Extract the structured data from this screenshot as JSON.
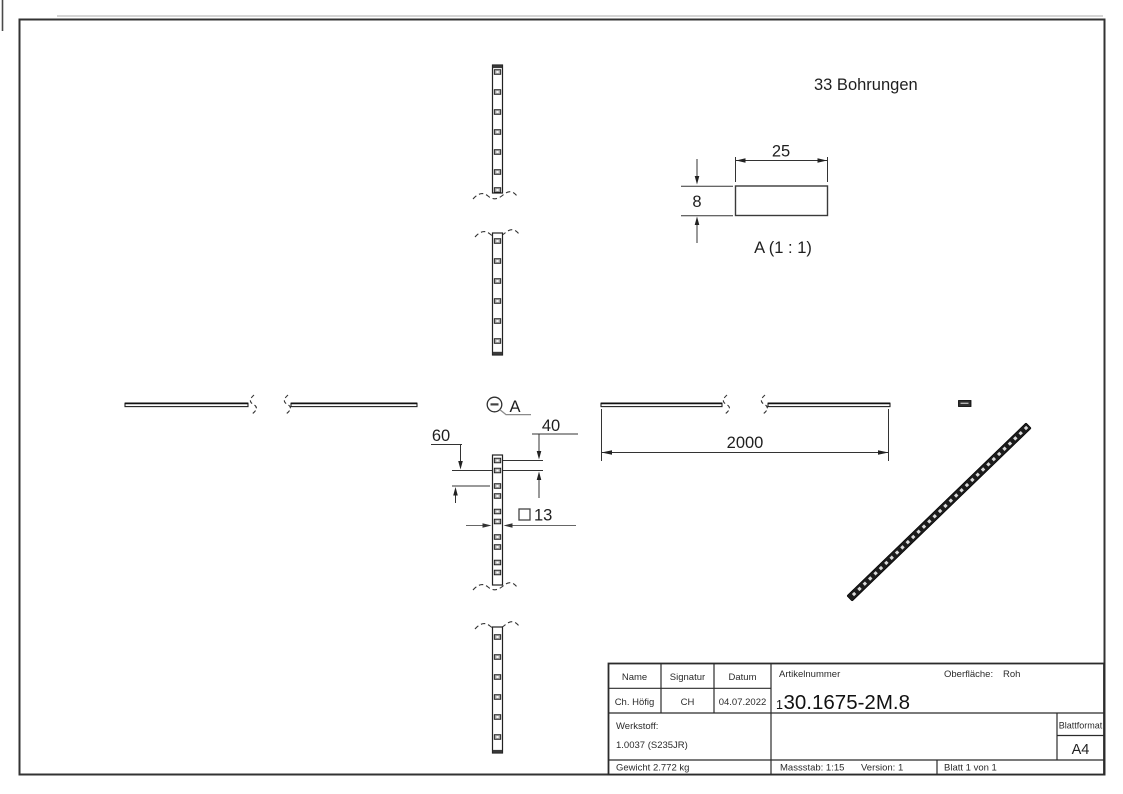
{
  "colors": {
    "ink": "#222222",
    "paper": "#ffffff",
    "line": "#2b2b2b"
  },
  "annotations": {
    "holes_note": "33 Bohrungen",
    "detail_marker_label": "A",
    "detail_caption": "A (1 : 1)"
  },
  "dimensions": {
    "overall_length": "2000",
    "hole_pitch": "60",
    "hole_pair_pitch": "40",
    "hole_size": "13",
    "profile_width": "25",
    "profile_height": "8"
  },
  "title_block": {
    "name_header": "Name",
    "signature_header": "Signatur",
    "date_header": "Datum",
    "name": "Ch. Höfig",
    "signature": "CH",
    "date": "04.07.2022",
    "article_label": "Artikelnummer",
    "article_number_prefix": "1",
    "article_number_main": "30.1675-2M.8",
    "surface_label": "Oberfläche:",
    "surface_value": "Roh",
    "material_label": "Werkstoff:",
    "material_value": "1.0037 (S235JR)",
    "sheet_format_label": "Blattformat",
    "sheet_format": "A4",
    "weight": "Gewicht 2.772 kg",
    "scale": "Massstab: 1:15",
    "version": "Version: 1",
    "sheet": "Blatt 1 von 1"
  }
}
